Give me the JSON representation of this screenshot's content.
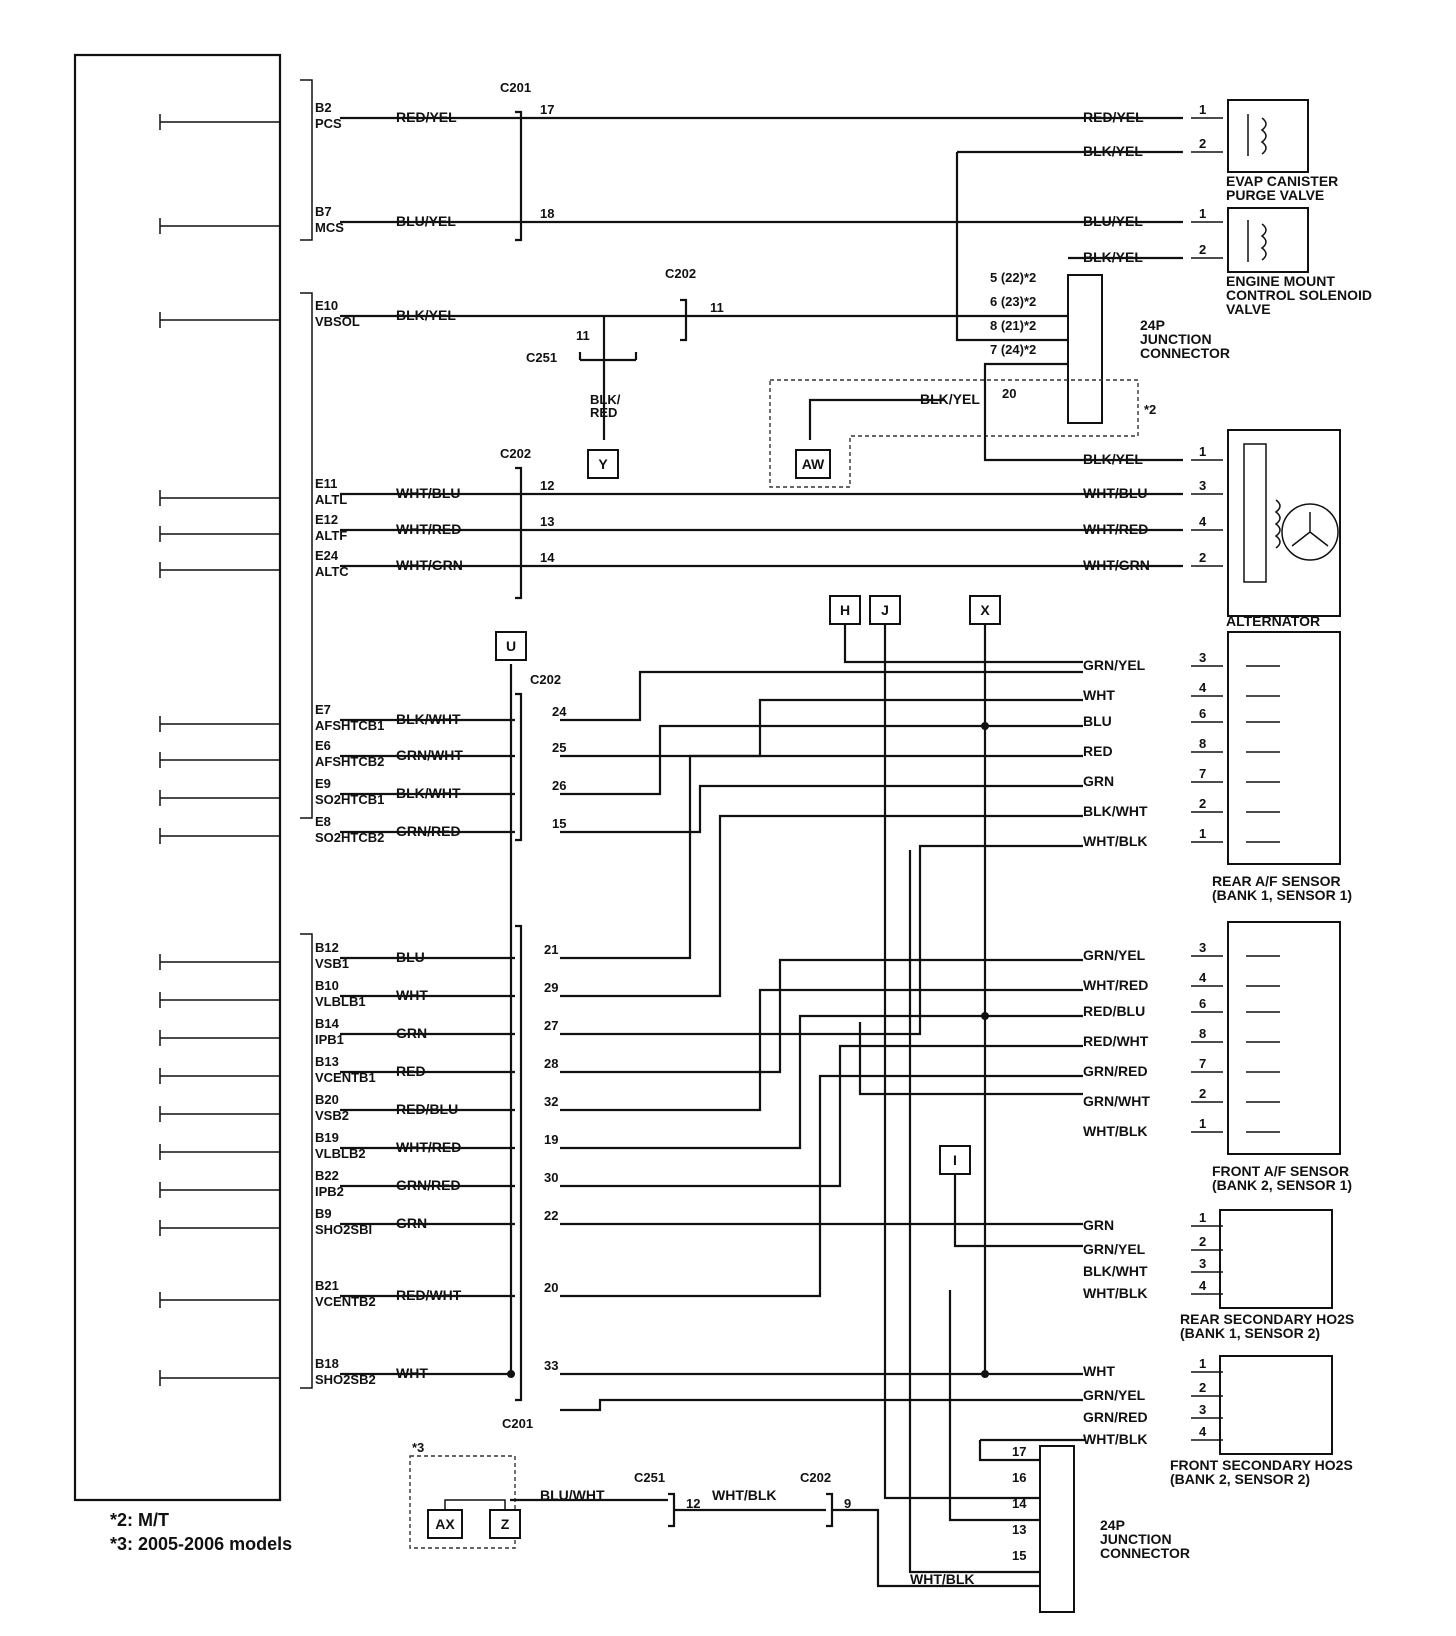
{
  "footnotes": [
    "*2: M/T",
    "*3: 2005-2006 models"
  ],
  "pcm_pins": [
    {
      "pin": "B2",
      "name": "PCS",
      "wire": "RED/YEL"
    },
    {
      "pin": "B7",
      "name": "MCS",
      "wire": "BLU/YEL"
    },
    {
      "pin": "E10",
      "name": "VBSOL",
      "wire": "BLK/YEL"
    },
    {
      "pin": "E11",
      "name": "ALTL",
      "wire": "WHT/BLU"
    },
    {
      "pin": "E12",
      "name": "ALTF",
      "wire": "WHT/RED"
    },
    {
      "pin": "E24",
      "name": "ALTC",
      "wire": "WHT/GRN"
    },
    {
      "pin": "E7",
      "name": "AFSHTCB1",
      "wire": "BLK/WHT"
    },
    {
      "pin": "E6",
      "name": "AFSHTCB2",
      "wire": "GRN/WHT"
    },
    {
      "pin": "E9",
      "name": "SO2HTCB1",
      "wire": "BLK/WHT"
    },
    {
      "pin": "E8",
      "name": "SO2HTCB2",
      "wire": "GRN/RED"
    },
    {
      "pin": "B12",
      "name": "VSB1",
      "wire": "BLU"
    },
    {
      "pin": "B10",
      "name": "VLBLB1",
      "wire": "WHT"
    },
    {
      "pin": "B14",
      "name": "IPB1",
      "wire": "GRN"
    },
    {
      "pin": "B13",
      "name": "VCENTB1",
      "wire": "RED"
    },
    {
      "pin": "B20",
      "name": "VSB2",
      "wire": "RED/BLU"
    },
    {
      "pin": "B19",
      "name": "VLBLB2",
      "wire": "WHT/RED"
    },
    {
      "pin": "B22",
      "name": "IPB2",
      "wire": "GRN/RED"
    },
    {
      "pin": "B9",
      "name": "SHO2SBI",
      "wire": "GRN"
    },
    {
      "pin": "B21",
      "name": "VCENTB2",
      "wire": "RED/WHT"
    },
    {
      "pin": "B18",
      "name": "SHO2SB2",
      "wire": "WHT"
    }
  ],
  "connectors": {
    "c201_top": {
      "name": "C201",
      "pins": [
        "17",
        "18"
      ]
    },
    "c202_a": {
      "name": "C202",
      "pin": "11"
    },
    "c251_a": {
      "name": "C251",
      "pin": "11"
    },
    "c202_b": {
      "name": "C202",
      "pins": [
        "12",
        "13",
        "14"
      ]
    },
    "c202_c": {
      "name": "C202",
      "pins": [
        "24",
        "25",
        "26",
        "15"
      ]
    },
    "c201_bot": {
      "name": "C201",
      "pins": [
        "21",
        "29",
        "27",
        "28",
        "32",
        "19",
        "30",
        "22",
        "20",
        "33"
      ]
    },
    "c251_b": {
      "name": "C251",
      "pin": "12"
    },
    "c202_d": {
      "name": "C202",
      "pin": "9"
    }
  },
  "jc_top": {
    "title": "24P\nJUNCTION\nCONNECTOR",
    "pins": [
      "5 (22)*2",
      "6 (23)*2",
      "8 (21)*2",
      "7 (24)*2"
    ],
    "pin20": "20",
    "note": "*2"
  },
  "jc_bot": {
    "title": "24P\nJUNCTION\nCONNECTOR",
    "pins": [
      "17",
      "16",
      "14",
      "13",
      "15"
    ]
  },
  "misc_labels": {
    "blk_red": "BLK/\nRED",
    "blk_yel": "BLK/YEL",
    "blu_wht": "BLU/WHT",
    "wht_blk": "WHT/BLK",
    "star3": "*3"
  },
  "refs": {
    "y": "Y",
    "aw": "AW",
    "u": "U",
    "h": "H",
    "j": "J",
    "x": "X",
    "i": "I",
    "ax": "AX",
    "z": "Z"
  },
  "components": {
    "evap": {
      "title": "EVAP CANISTER\nPURGE VALVE",
      "wires": [
        "RED/YEL",
        "BLK/YEL"
      ],
      "pins": [
        "1",
        "2"
      ]
    },
    "mount": {
      "title": "ENGINE MOUNT\nCONTROL SOLENOID\nVALVE",
      "wires": [
        "BLU/YEL",
        "BLK/YEL"
      ],
      "pins": [
        "1",
        "2"
      ]
    },
    "alt": {
      "title": "ALTERNATOR",
      "wires": [
        "BLK/YEL",
        "WHT/BLU",
        "WHT/RED",
        "WHT/GRN"
      ],
      "pins": [
        "1",
        "3",
        "4",
        "2"
      ]
    },
    "rear_af": {
      "title": "REAR A/F SENSOR\n(BANK 1, SENSOR 1)",
      "wires": [
        "GRN/YEL",
        "WHT",
        "BLU",
        "RED",
        "GRN",
        "BLK/WHT",
        "WHT/BLK"
      ],
      "pins": [
        "3",
        "4",
        "6",
        "8",
        "7",
        "2",
        "1"
      ]
    },
    "front_af": {
      "title": "FRONT A/F SENSOR\n(BANK 2, SENSOR 1)",
      "wires": [
        "GRN/YEL",
        "WHT/RED",
        "RED/BLU",
        "RED/WHT",
        "GRN/RED",
        "GRN/WHT",
        "WHT/BLK"
      ],
      "pins": [
        "3",
        "4",
        "6",
        "8",
        "7",
        "2",
        "1"
      ]
    },
    "rear_ho2s": {
      "title": "REAR SECONDARY HO2S\n(BANK 1, SENSOR 2)",
      "wires": [
        "GRN",
        "GRN/YEL",
        "BLK/WHT",
        "WHT/BLK"
      ],
      "pins": [
        "1",
        "2",
        "3",
        "4"
      ]
    },
    "front_ho2s": {
      "title": "FRONT SECONDARY HO2S\n(BANK 2, SENSOR 2)",
      "wires": [
        "WHT",
        "GRN/YEL",
        "GRN/RED",
        "WHT/BLK"
      ],
      "pins": [
        "1",
        "2",
        "3",
        "4"
      ]
    }
  }
}
